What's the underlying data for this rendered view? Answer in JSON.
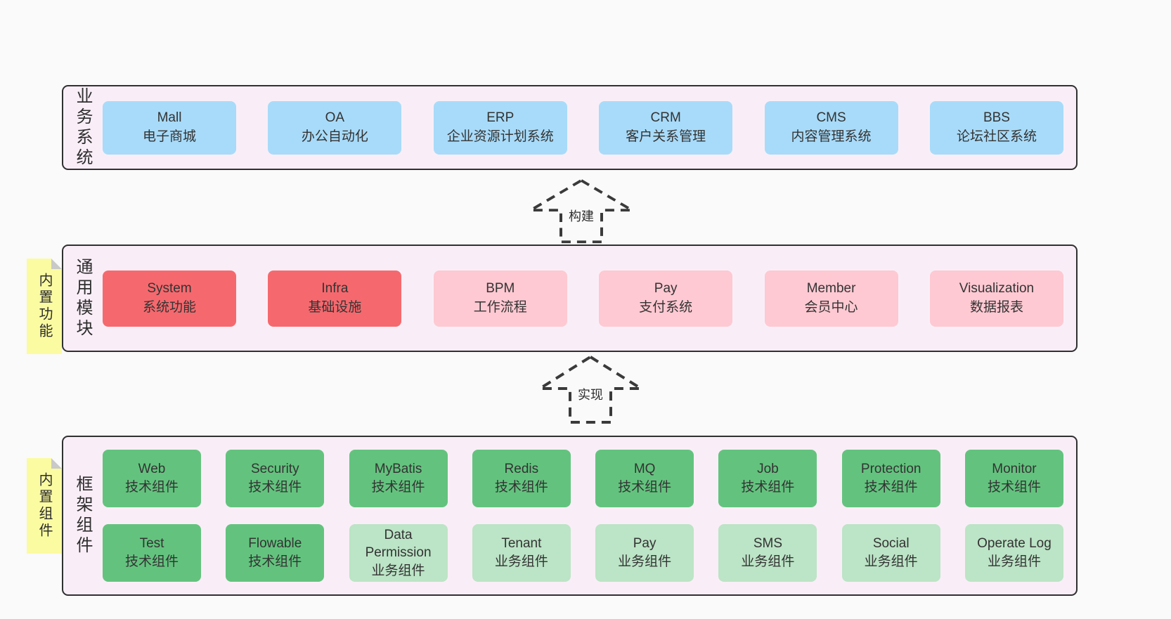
{
  "palette": {
    "page_bg": "#fafafa",
    "band_bg": "#f9eef7",
    "band_border": "#303030",
    "blue": "#a8dbf9",
    "red": "#f5696e",
    "pink": "#fec9d2",
    "green": "#63c37e",
    "light_green": "#bce4c6",
    "note_yellow": "#fbfba2",
    "note_fold": "#c9c9c9",
    "text": "#333333"
  },
  "arrows": [
    {
      "label": "构建"
    },
    {
      "label": "实现"
    }
  ],
  "bands": [
    {
      "label": "业务系统",
      "rows": [
        [
          {
            "title": "Mall",
            "subtitle": "电子商城"
          },
          {
            "title": "OA",
            "subtitle": "办公自动化"
          },
          {
            "title": "ERP",
            "subtitle": "企业资源计划系统"
          },
          {
            "title": "CRM",
            "subtitle": "客户关系管理"
          },
          {
            "title": "CMS",
            "subtitle": "内容管理系统"
          },
          {
            "title": "BBS",
            "subtitle": "论坛社区系统"
          }
        ]
      ]
    },
    {
      "label": "通用模块",
      "note": {
        "text": "内置功能"
      },
      "rows": [
        [
          {
            "title": "System",
            "subtitle": "系统功能"
          },
          {
            "title": "Infra",
            "subtitle": "基础设施"
          },
          {
            "title": "BPM",
            "subtitle": "工作流程"
          },
          {
            "title": "Pay",
            "subtitle": "支付系统"
          },
          {
            "title": "Member",
            "subtitle": "会员中心"
          },
          {
            "title": "Visualization",
            "subtitle": "数据报表"
          }
        ]
      ]
    },
    {
      "label": "框架组件",
      "note": {
        "text": "内置组件"
      },
      "rows": [
        [
          {
            "title": "Web",
            "subtitle": "技术组件"
          },
          {
            "title": "Security",
            "subtitle": "技术组件"
          },
          {
            "title": "MyBatis",
            "subtitle": "技术组件"
          },
          {
            "title": "Redis",
            "subtitle": "技术组件"
          },
          {
            "title": "MQ",
            "subtitle": "技术组件"
          },
          {
            "title": "Job",
            "subtitle": "技术组件"
          },
          {
            "title": "Protection",
            "subtitle": "技术组件"
          },
          {
            "title": "Monitor",
            "subtitle": "技术组件"
          }
        ],
        [
          {
            "title": "Test",
            "subtitle": "技术组件"
          },
          {
            "title": "Flowable",
            "subtitle": "技术组件"
          },
          {
            "title": "Data Permission",
            "subtitle": "业务组件"
          },
          {
            "title": "Tenant",
            "subtitle": "业务组件"
          },
          {
            "title": "Pay",
            "subtitle": "业务组件"
          },
          {
            "title": "SMS",
            "subtitle": "业务组件"
          },
          {
            "title": "Social",
            "subtitle": "业务组件"
          },
          {
            "title": "Operate Log",
            "subtitle": "业务组件"
          }
        ]
      ]
    }
  ]
}
